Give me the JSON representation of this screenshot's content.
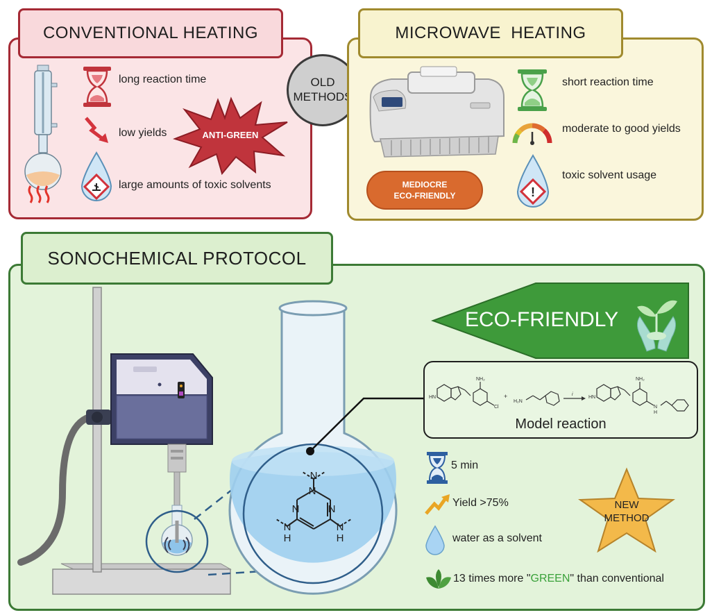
{
  "conventional": {
    "title": "CONVENTIONAL HEATING",
    "items": [
      "long reaction time",
      "low yields",
      "large amounts of toxic solvents"
    ],
    "burst_label": "ANTI-GREEN"
  },
  "old_methods": "OLD\nMETHODS",
  "microwave": {
    "title": "MICROWAVE  HEATING",
    "items": [
      "short reaction time",
      "moderate to good yields",
      "toxic solvent usage"
    ],
    "badge": "MEDIOCRE\nECO-FRIENDLY"
  },
  "sonochemical": {
    "title": "SONOCHEMICAL PROTOCOL",
    "eco_label": "ECO-FRIENDLY",
    "model_reaction": "Model reaction",
    "reaction_labels": {
      "nh2_top": "NH₂",
      "hn": "HN",
      "cl": "Cl",
      "plus": "+",
      "h2n": "H₂N",
      "cond": "i",
      "n": "N",
      "h": "H"
    },
    "results": [
      {
        "icon": "hourglass-icon",
        "text": "5 min"
      },
      {
        "icon": "trend-up-icon",
        "text": "Yield >75%"
      },
      {
        "icon": "water-drop-icon",
        "text": "water as a solvent"
      }
    ],
    "green_line": {
      "pre": "13 times more \"",
      "green": "GREEN",
      "post": "\" than conventional"
    },
    "star_label": "NEW\nMETHOD",
    "triazine": {
      "n": "N",
      "h": "H"
    }
  },
  "colors": {
    "conv_border": "#a52a35",
    "conv_bg": "#fbe4e6",
    "mw_border": "#a08a2e",
    "mw_bg": "#faf6dc",
    "sono_border": "#3c7a35",
    "sono_bg": "#e3f3da",
    "green_text": "#3aa13a"
  }
}
